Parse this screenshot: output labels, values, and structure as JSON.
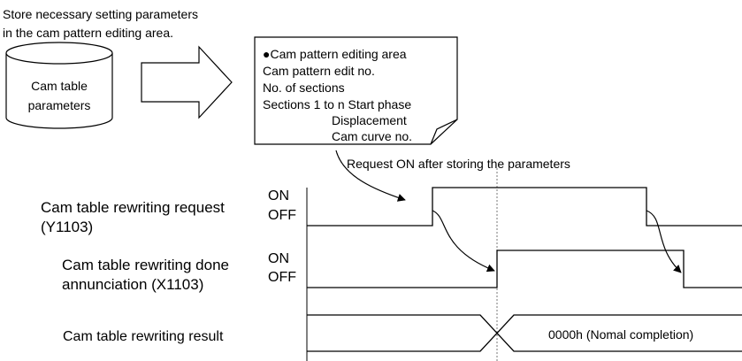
{
  "caption": {
    "line1": "Store necessary setting parameters",
    "line2": "in the cam pattern editing area."
  },
  "cylinder": {
    "line1": "Cam table",
    "line2": "parameters"
  },
  "note": {
    "line1": "●Cam pattern editing area",
    "line2": "Cam pattern edit no.",
    "line3": "No. of sections",
    "line4": "Sections 1 to n  Start phase",
    "line5": "Displacement",
    "line6": "Cam curve no."
  },
  "request_note": "Request ON after storing the parameters",
  "signals": {
    "request": {
      "line1": "Cam table rewriting request",
      "line2": "(Y1103)",
      "on": "ON",
      "off": "OFF"
    },
    "done": {
      "line1": "Cam table rewriting done",
      "line2": "annunciation (X1103)",
      "on": "ON",
      "off": "OFF"
    },
    "result": {
      "label": "Cam table rewriting result",
      "value": "0000h (Nomal completion)"
    }
  }
}
